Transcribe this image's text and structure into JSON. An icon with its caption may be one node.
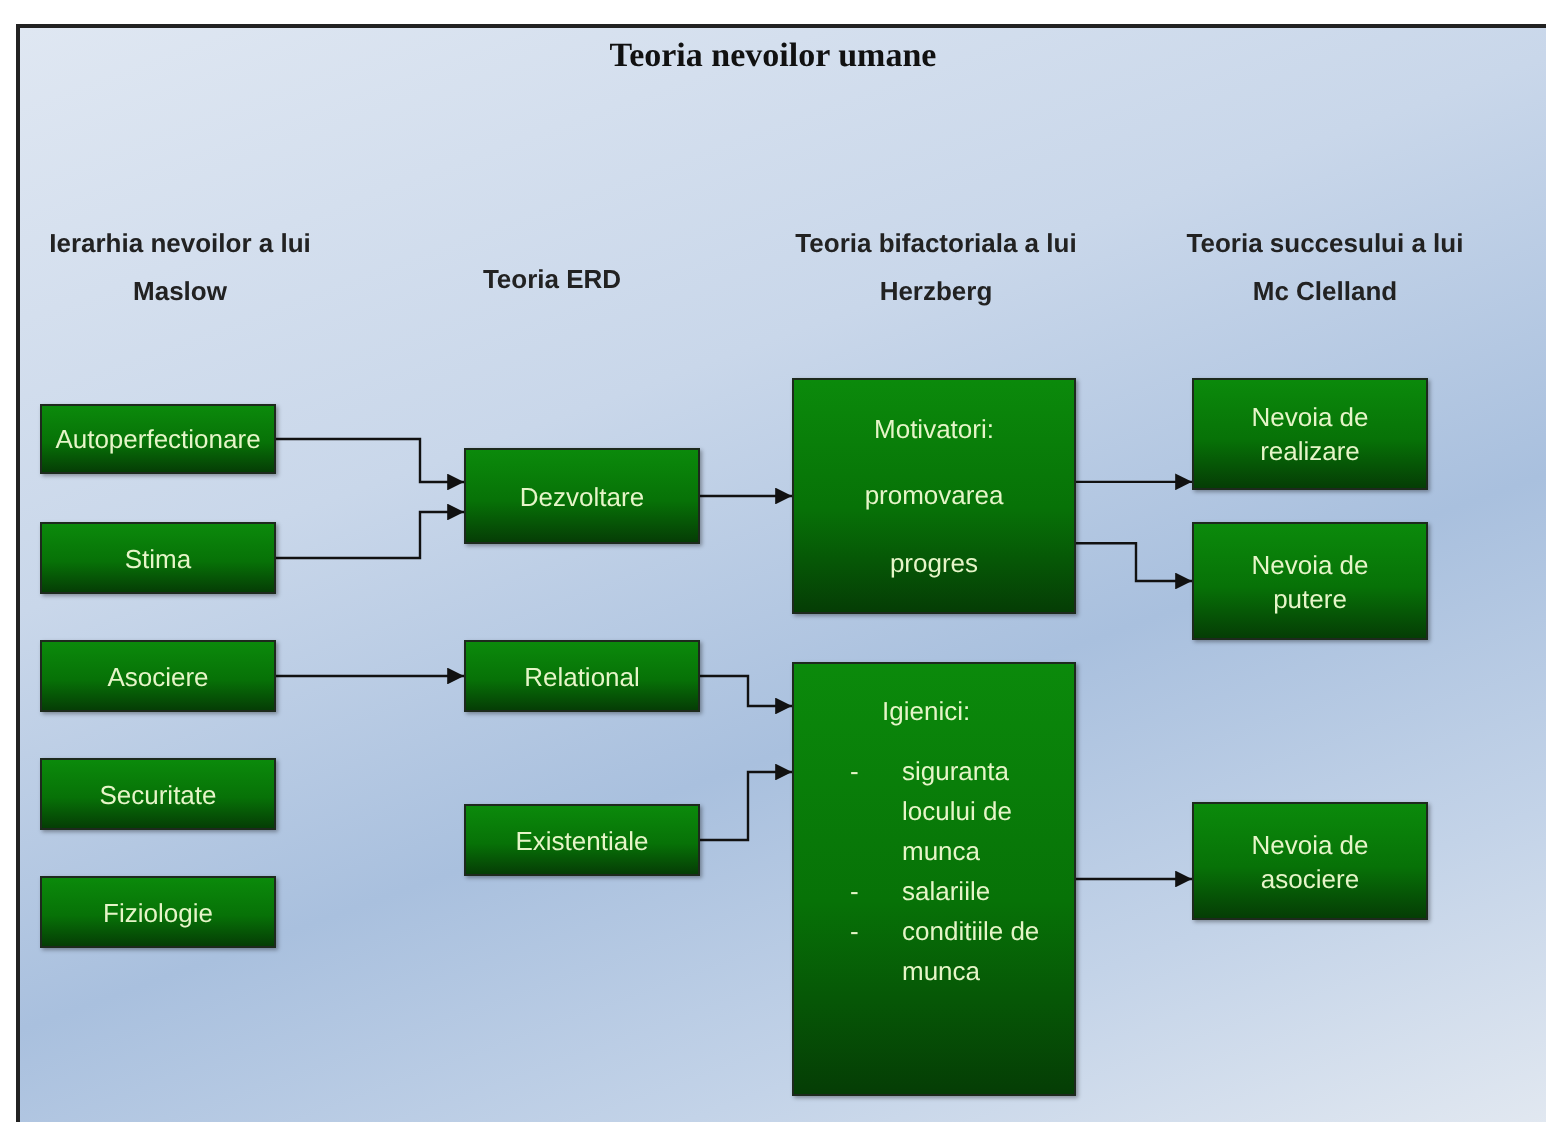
{
  "diagram": {
    "title": "Teoria nevoilor umane",
    "nodes": [
      {
        "text": [
          "Autoperfectionare"
        ]
      },
      {
        "text": [
          "Stima"
        ]
      },
      {
        "text": [
          "Asociere"
        ]
      },
      {
        "text": [
          "Securitate"
        ]
      },
      {
        "text": [
          "Fiziologie"
        ]
      },
      {
        "text": [
          "Dezvoltare"
        ]
      },
      {
        "text": [
          "Relational"
        ]
      },
      {
        "text": [
          "Existentiale"
        ]
      },
      {
        "text": [
          "Motivatori:",
          "promovarea",
          "progres"
        ]
      },
      {
        "text": [
          "Igienici:",
          "-",
          "siguranta locului de munca",
          "-",
          "salariile",
          "-",
          "conditiile de munca"
        ]
      },
      {
        "text": [
          "Nevoia de realizare"
        ]
      },
      {
        "text": [
          "Nevoia de putere"
        ]
      },
      {
        "text": [
          "Nevoia de asociere"
        ]
      }
    ],
    "edges": [
      {
        "from": 0,
        "to": 5,
        "arrow": "to"
      },
      {
        "from": 1,
        "to": 5,
        "arrow": "to"
      },
      {
        "from": 5,
        "to": 8,
        "arrow": "to"
      },
      {
        "from": 2,
        "to": 6,
        "arrow": "to"
      },
      {
        "from": 6,
        "to": 9,
        "arrow": "to"
      },
      {
        "from": 7,
        "to": 9,
        "arrow": "to"
      },
      {
        "from": 8,
        "to": 10,
        "arrow": "to"
      },
      {
        "from": 8,
        "to": 11,
        "arrow": "to"
      },
      {
        "from": 9,
        "to": 12,
        "arrow": "to"
      }
    ],
    "labels": [
      "Ierarhia nevoilor a lui Maslow",
      "Teoria ERD",
      "Teoria bifactoriala a lui Herzberg",
      "Teoria succesului a lui Mc Clelland"
    ]
  }
}
